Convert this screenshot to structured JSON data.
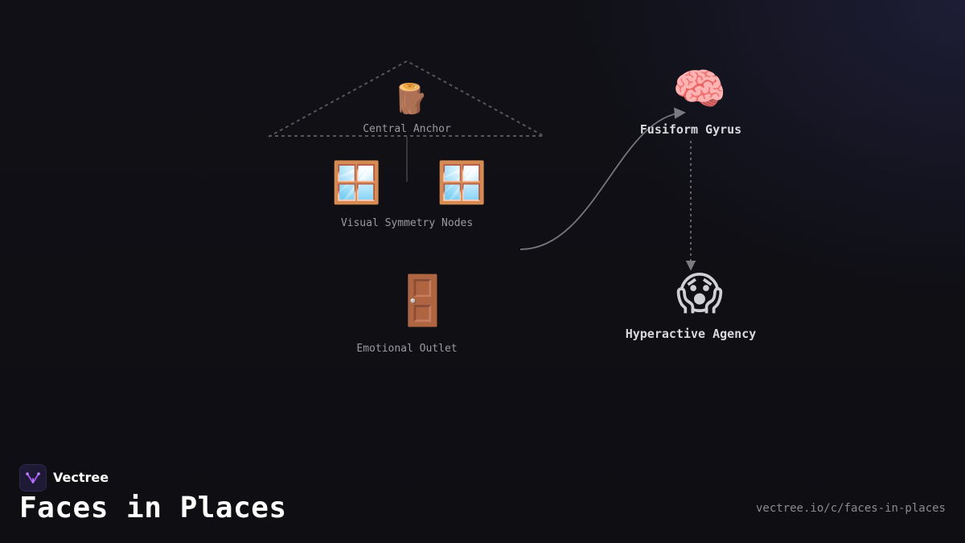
{
  "diagram": {
    "house": {
      "roof_icon": "wood-log",
      "roof_glyph": "🪵",
      "roof_label": "Central Anchor",
      "window_icon": "window",
      "window_glyph": "🪟",
      "windows_label": "Visual Symmetry Nodes",
      "door_icon": "door",
      "door_glyph": "🚪",
      "door_label": "Emotional Outlet"
    },
    "brain": {
      "icon": "brain",
      "glyph": "🧠",
      "label": "Fusiform Gyrus"
    },
    "reaction": {
      "icon": "face-screaming-in-fear",
      "glyph": "😱",
      "label": "Hyperactive Agency"
    },
    "colors": {
      "background": "#0f0f14",
      "line": "#6e6e74",
      "label": "#9a9aa3",
      "accent": "#a855f7"
    }
  },
  "footer": {
    "brand_name": "Vectree",
    "logo_icon": "vectree-logo",
    "title": "Faces in Places",
    "url": "vectree.io/c/faces-in-places"
  }
}
